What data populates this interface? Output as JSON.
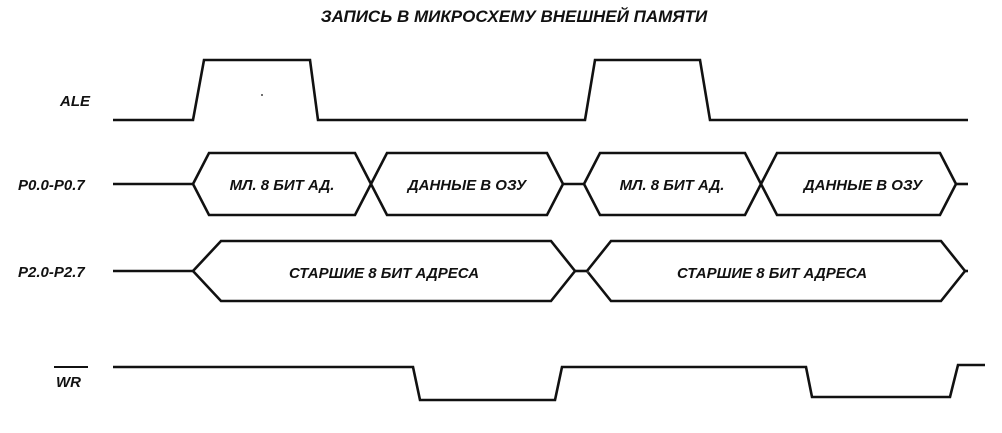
{
  "title": "ЗАПИСЬ В МИКРОСХЕМУ ВНЕШНЕЙ ПАМЯТИ",
  "signals": {
    "ale": "ALE",
    "p0": "P0.0-P0.7",
    "p2": "P2.0-P2.7",
    "wr": "WR"
  },
  "p0_segments": [
    "МЛ. 8 БИТ АД.",
    "ДАННЫЕ В ОЗУ",
    "МЛ. 8 БИТ АД.",
    "ДАННЫЕ В ОЗУ"
  ],
  "p2_segments": [
    "СТАРШИЕ 8 БИТ АДРЕСА",
    "СТАРШИЕ 8 БИТ АДРЕСА"
  ],
  "colors": {
    "ink": "#111111",
    "background": "#ffffff"
  }
}
